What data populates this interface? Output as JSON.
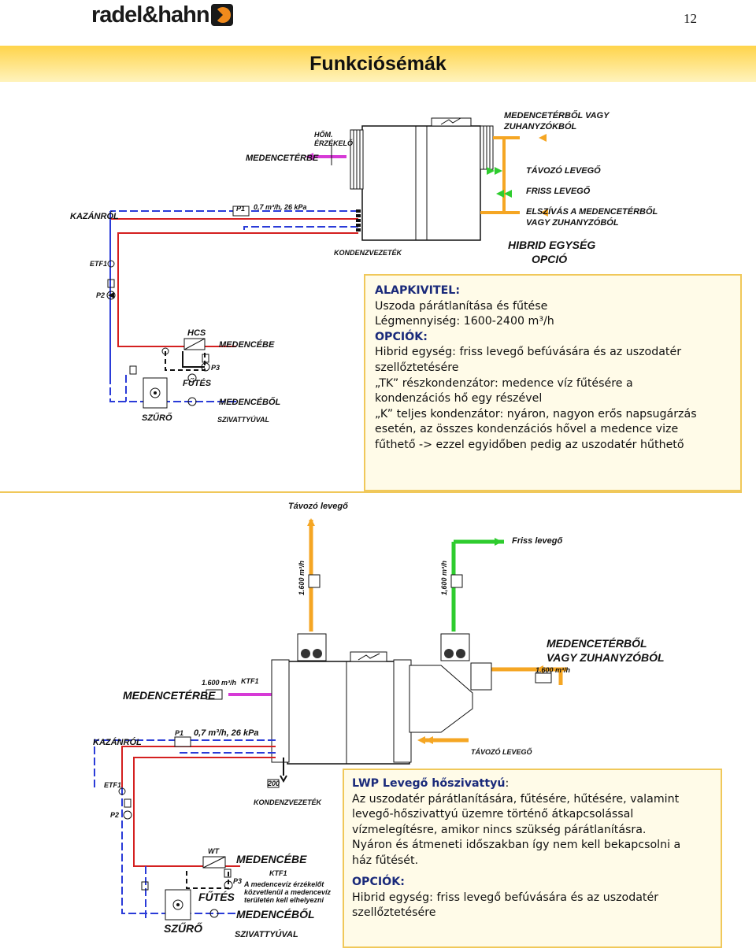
{
  "header": {
    "logo_text": "radel&hahn",
    "page_number": "12"
  },
  "title": "Funkciósémák",
  "colors": {
    "heating_red": "#d42020",
    "return_blue": "#2a3bd8",
    "air_orange": "#f5a623",
    "fresh_green": "#2ecc2e",
    "pool_magenta": "#d63ad6",
    "box_border": "#f0c85a"
  },
  "diagram1": {
    "labels": {
      "medencetol_vagy": "MEDENCETÉRBŐL VAGY",
      "zuhanyzokbol": "ZUHANYZÓKBÓL",
      "tavozo_levego": "TÁVOZÓ LEVEGŐ",
      "friss_levego": "FRISS LEVEGŐ",
      "elszivas": "ELSZÍVÁS A MEDENCETÉRBŐL",
      "vagy_zuhanyzobol": "VAGY ZUHANYZÓBÓL",
      "hibrid_egyseg": "HIBRID EGYSÉG",
      "opcio": "OPCIÓ",
      "hom": "HŐM.",
      "erzekelo": "ÉRZÉKELŐ",
      "medenceterbe": "MEDENCETÉRBE",
      "p1": "P1",
      "flow": "0,7 m³/h, 26 kPa",
      "kazanrol": "KAZÁNRÓL",
      "etf1": "ETF1",
      "p2": "P2",
      "kondenzvezetek": "KONDENZVEZETÉK",
      "hcs": "HCS",
      "medencebe": "MEDENCÉBE",
      "p3": "P3",
      "futes": "FŰTÉS",
      "medencebol": "MEDENCÉBŐL",
      "szivattyuval": "SZIVATTYÚVAL",
      "szuro": "SZŰRŐ"
    }
  },
  "box1": {
    "heading1": "ALAPKIVITEL:",
    "line1": "Uszoda párátlanítása és fűtése",
    "line2": "Légmennyiség:  1600-2400 m³/h",
    "heading2": "OPCIÓK:",
    "line3": "Hibrid egység: friss levegő befúvására és az uszodatér",
    "line4": "szellőztetésére",
    "line5": "„TK” részkondenzátor: medence víz fűtésére a",
    "line6": "kondenzációs hő egy részével",
    "line7": "„K” teljes kondenzátor: nyáron,  nagyon erős napsugárzás",
    "line8": "esetén, az összes kondenzációs hővel a medence vize",
    "line9": "fűthető -> ezzel egyidőben pedig az uszodatér hűthető"
  },
  "diagram2": {
    "labels": {
      "tavozo_levego": "Távozó levegő",
      "friss_levego": "Friss levegő",
      "flow_1600": "1.600 m³/h",
      "flow_1600b": "1,600 m³/h",
      "medencetol_vagy": "MEDENCETÉRBŐL",
      "vagy_zuhanyzobol": "VAGY ZUHANYZÓBÓL",
      "ktf1": "KTF1",
      "medenceterbe": "MEDENCETÉRBE",
      "p1": "P1",
      "flow": "0,7 m³/h, 26 kPa",
      "kazanrol": "KAZÁNRÓL",
      "tavozo_levego_caps": "TÁVOZÓ LEVEGŐ",
      "etf1": "ETF1",
      "p2": "P2",
      "kondenzvezetek": "KONDENZVEZETÉK",
      "wt": "WT",
      "medencebe": "MEDENCÉBE",
      "p3": "P3",
      "futes": "FŰTÉS",
      "note1": "A medencevíz érzékelőt",
      "note2": "közvetlenül a medencevíz",
      "note3": "területén kell elhelyezni",
      "medencebol": "MEDENCÉBŐL",
      "szivattyuval": "SZIVATTYÚVAL",
      "szuro": "SZŰRŐ",
      "n200": "200"
    }
  },
  "box2": {
    "heading1": "LWP Levegő hőszivattyú",
    "heading1_suffix": ":",
    "line1": "Az uszodatér párátlanítására, fűtésére, hűtésére, valamint",
    "line2": "levegő-hőszivattyú üzemre történő átkapcsolással",
    "line3": "vízmelegítésre,  amikor nincs szükség párátlanításra.",
    "line4": "Nyáron és átmeneti időszakban így nem kell bekapcsolni a",
    "line5": "ház fűtését.",
    "heading2": "OPCIÓK:",
    "line6": "Hibrid egység: friss levegő befúvására és az uszodatér",
    "line7": "szellőztetésére"
  }
}
